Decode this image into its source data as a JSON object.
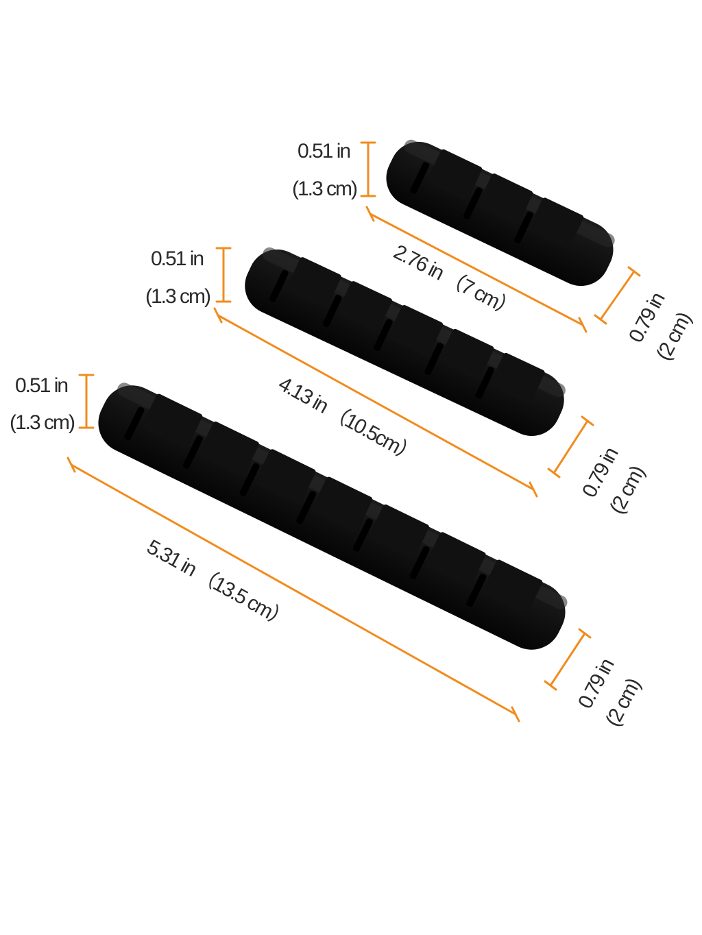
{
  "accent_color": "#f08c1e",
  "product_color": "#0c0c0c",
  "products": [
    {
      "name": "small-cable-holder",
      "slots": 3,
      "height_in": "0.51 in",
      "height_cm": "(1.3 cm)",
      "length_label": "2.76 in （7 cm）",
      "width_in": "0.79 in",
      "width_cm": "(2 cm)"
    },
    {
      "name": "medium-cable-holder",
      "slots": 5,
      "height_in": "0.51 in",
      "height_cm": "(1.3 cm)",
      "length_label": "4.13 in （10.5cm）",
      "width_in": "0.79 in",
      "width_cm": "(2 cm)"
    },
    {
      "name": "large-cable-holder",
      "slots": 7,
      "height_in": "0.51 in",
      "height_cm": "(1.3 cm)",
      "length_label": "5.31 in （13.5 cm）",
      "width_in": "0.79 in",
      "width_cm": "(2 cm)"
    }
  ]
}
